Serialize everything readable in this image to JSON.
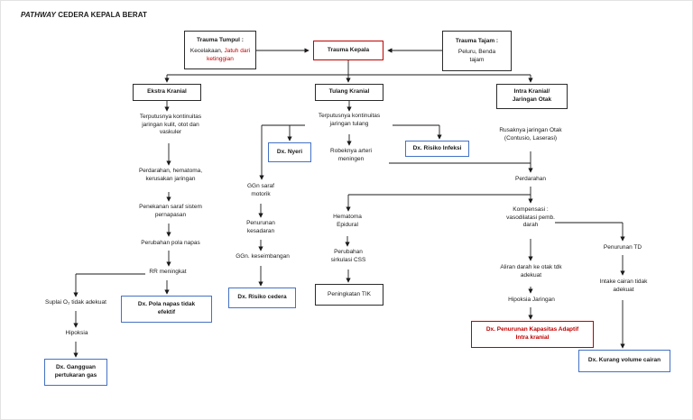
{
  "title": {
    "italic": "PATHWAY",
    "rest": " CEDERA KEPALA BERAT"
  },
  "colors": {
    "diagnosis_blue": "#4472C4",
    "alert_red": "#C00000",
    "line_black": "#1A1A1A"
  },
  "nodes": {
    "trauma_tumpul": {
      "title": "Trauma Tumpul :",
      "cause_black": "Kecelakaan, ",
      "cause_red": "Jatuh dari ketinggian"
    },
    "trauma_kepala": {
      "label": "Trauma Kepala"
    },
    "trauma_tajam": {
      "title": "Trauma Tajam :",
      "cause": "Peluru, Benda\ntajam"
    },
    "ekstra_kranial": {
      "label": "Ekstra Kranial"
    },
    "tulang_kranial": {
      "label": "Tulang Kranial"
    },
    "intra_kranial": {
      "label": "Intra Kranial/\nJaringan Otak"
    },
    "terputus_kulit": {
      "label": "Terputusnya kontinuitas\njaringan kulit, otot dan\nvaskuler"
    },
    "perdarahan_hematoma": {
      "label": "Perdarahan, hematoma,\nkerusakan jaringan"
    },
    "penekanan_saraf": {
      "label": "Penekanan saraf sistem\npernapasan"
    },
    "perubahan_pola_napas": {
      "label": "Perubahan pola napas"
    },
    "rr_meningkat": {
      "label": "RR meningkat"
    },
    "suplai_o2": {
      "label": "Suplai O₂ tidak adekuat"
    },
    "hipoksia": {
      "label": "Hipoksia"
    },
    "dx_gangguan_pertukaran_gas": {
      "label": "Dx. Gangguan\npertukaran gas"
    },
    "dx_pola_napas": {
      "label": "Dx. Pola napas tidak\nefektif"
    },
    "terputus_tulang": {
      "label": "Terputusnya kontinuitas\njaringan tulang"
    },
    "dx_nyeri": {
      "label": "Dx. Nyeri"
    },
    "dx_risiko_infeksi": {
      "label": "Dx. Risiko Infeksi"
    },
    "robeknya_arteri": {
      "label": "Robeknya arteri\nmeningen"
    },
    "ggn_saraf_motorik": {
      "label": "GGn saraf\nmotorik"
    },
    "penurunan_kesadaran": {
      "label": "Penurunan\nkesadaran"
    },
    "ggn_keseimbangan": {
      "label": "GGn. keseimbangan"
    },
    "dx_risiko_cedera": {
      "label": "Dx. Risiko cedera"
    },
    "hematoma_epidural": {
      "label": "Hematoma\nEpidural"
    },
    "perubahan_sirkulasi_css": {
      "label": "Perubahan\nsirkulasi CSS"
    },
    "peningkatan_tik": {
      "label": "Peningkatan TIK"
    },
    "rusaknya_jaringan_otak": {
      "label": "Rusaknya jaringan Otak\n(Contusio, Laserasi)"
    },
    "perdarahan": {
      "label": "Perdarahan"
    },
    "kompensasi": {
      "label": "Kompensasi :\nvasodilatasi pemb.\ndarah"
    },
    "aliran_darah": {
      "label": "Aliran darah ke otak tdk\nadekuat"
    },
    "hipoksia_jaringan": {
      "label": "Hipoksia Jaringan"
    },
    "dx_penurunan_kapasitas": {
      "label": "Dx. Penurunan Kapasitas Adaptif\nIntra kranial"
    },
    "penurunan_td": {
      "label": "Penurunan TD"
    },
    "intake_cairan": {
      "label": "Intake cairan tidak\nadekuat"
    },
    "dx_kurang_volume": {
      "label": "Dx. Kurang volume cairan"
    }
  }
}
